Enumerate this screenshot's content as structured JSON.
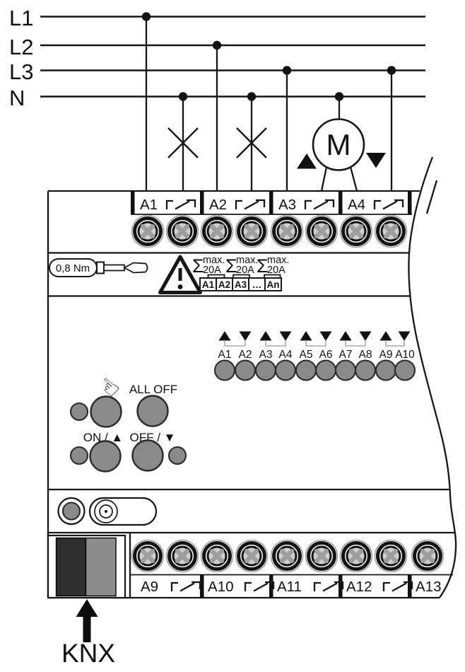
{
  "power_rails": {
    "labels": [
      "L1",
      "L2",
      "L3",
      "N"
    ]
  },
  "motor": {
    "label": "M"
  },
  "torque_label": "0,8 Nm",
  "load_rating": {
    "sigma": "Σ",
    "max_label": "max.",
    "current_label": "20A",
    "cells": [
      "A1",
      "A2",
      "A3",
      "…",
      "An"
    ]
  },
  "status_leds": {
    "labels": [
      "A1",
      "A2",
      "A3",
      "A4",
      "A5",
      "A6",
      "A7",
      "A8",
      "A9",
      "A10"
    ]
  },
  "controls": {
    "all_off_label": "ALL OFF",
    "on_up_label": "ON / ▲",
    "off_down_label": "OFF / ▼"
  },
  "top_terminals": {
    "labels": [
      "A1",
      "A2",
      "A3",
      "A4"
    ]
  },
  "bottom_terminals": {
    "labels": [
      "A9",
      "A10",
      "A11",
      "A12",
      "A13"
    ]
  },
  "bus_label": "KNX",
  "icons": {
    "hand_press": "☜"
  },
  "colors": {
    "line": "#161616",
    "control_gray": "#8a8a8a",
    "screw_plate": "#cfcfcf",
    "screw_cross": "#9e9e9e",
    "knx_dark": "#2e2e2e",
    "knx_gray": "#8d8d8d"
  }
}
